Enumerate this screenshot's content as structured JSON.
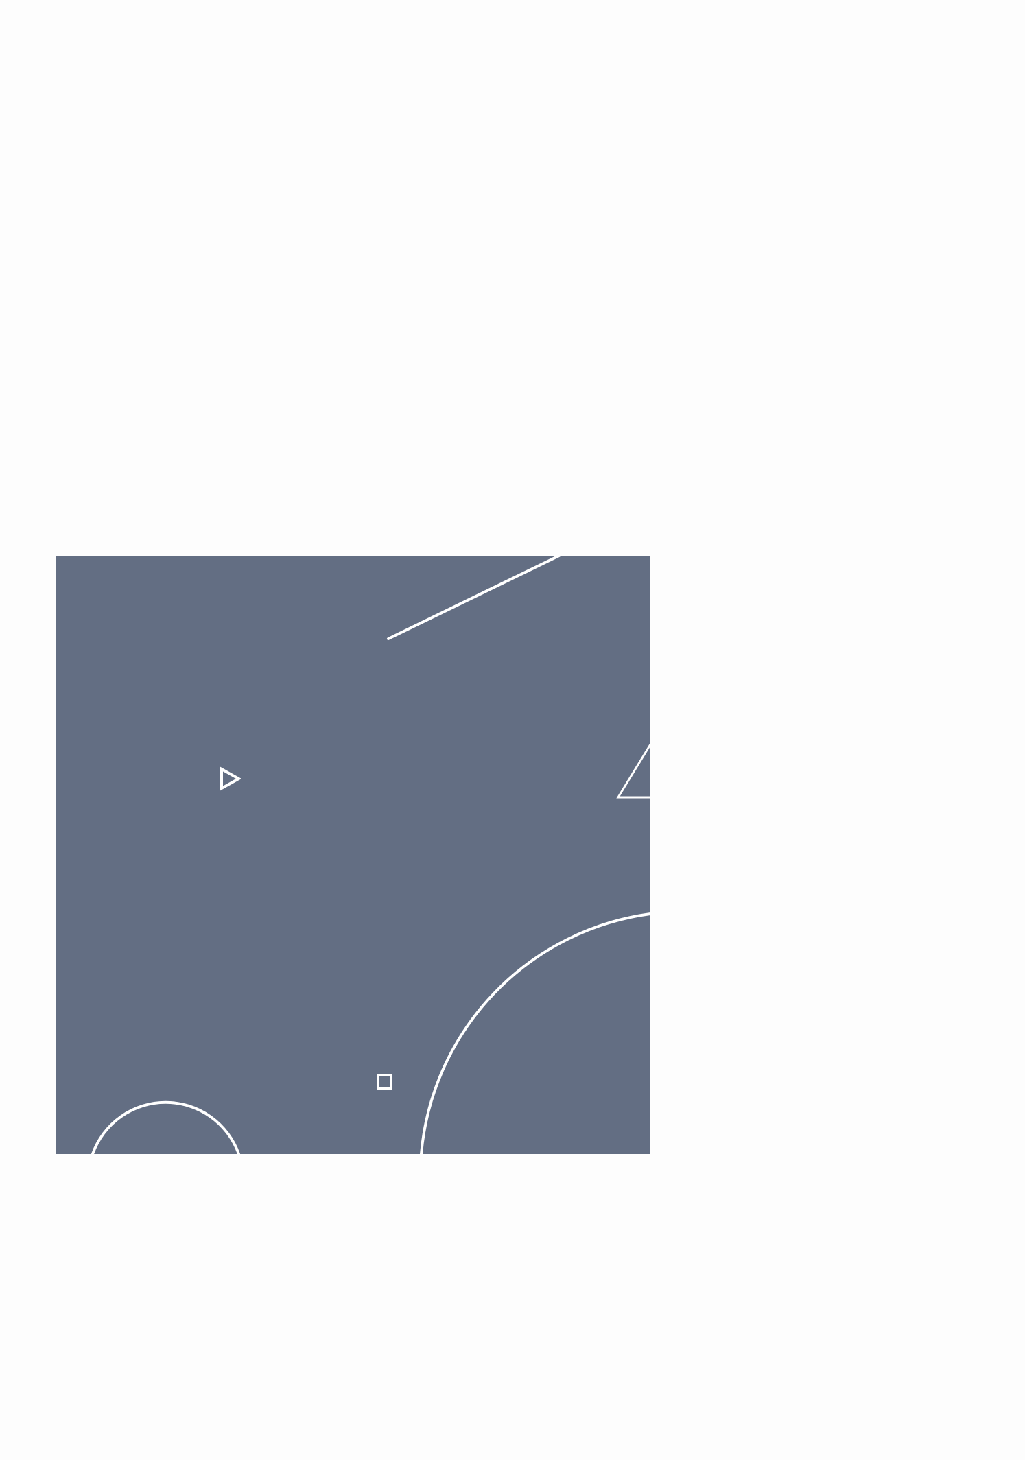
{
  "colors": {
    "page_background": "#fdfdfd",
    "panel_fill": "#636e83",
    "shape_stroke": "#ffffff"
  },
  "panel": {
    "label": "",
    "shapes": [
      "diagonal-line",
      "small-triangle-outline",
      "clipped-triangle-outline",
      "large-arc",
      "small-square-outline",
      "small-arc"
    ]
  }
}
